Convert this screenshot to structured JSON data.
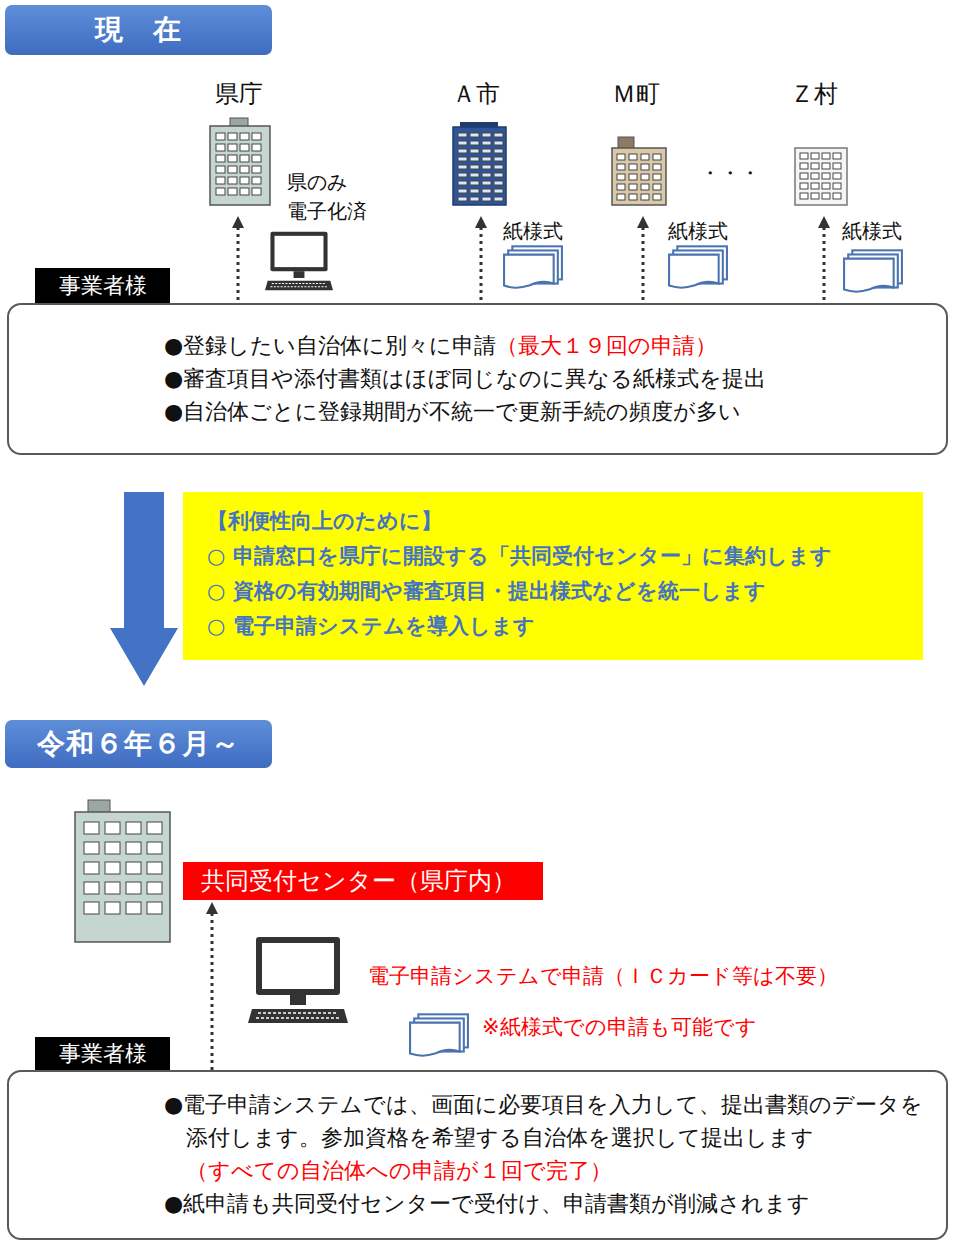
{
  "diagram": {
    "nodes": [
      {
        "text": [
          "現　在"
        ]
      },
      {
        "text": [
          "事業者様"
        ]
      },
      {
        "text": [
          "●登録したい自治体に別々に申請",
          "（最大１９回の申請）",
          "●審査項目や添付書類はほぼ同じなのに異なる紙様式を提出",
          "●自治体ごとに登録期間が不統一で更新手続の頻度が多い"
        ]
      },
      {
        "text": [
          "【利便性向上のために】",
          "○ 申請窓口を県庁に開設する「共同受付センター」に集約します",
          "○ 資格の有効期間や審査項目・提出様式などを統一します",
          "○ 電子申請システムを導入します"
        ]
      },
      {
        "text": [
          "令和６年６月～"
        ]
      },
      {
        "text": [
          "共同受付センター（県庁内）"
        ]
      },
      {
        "text": [
          "事業者様"
        ]
      },
      {
        "text": [
          "●電子申請システムでは、画面に必要項目を入力して、提出書類のデータを添付します。参加資格を希望する自治体を選択して提出します",
          "（すべての自治体への申請が１回で完了）",
          "●紙申請も共同受付センターで受付け、申請書類が削減されます"
        ]
      }
    ],
    "edges": [
      {
        "from": 7,
        "to": 5,
        "arrow": "to"
      }
    ],
    "labels": [
      "県庁",
      "Ａ市",
      "Ｍ町",
      "・・・",
      "Ｚ村",
      "県のみ 電子化済",
      "紙様式",
      "紙様式",
      "紙様式",
      "電子申請システムで申請（ＩＣカード等は不要）",
      "※紙様式での申請も可能です"
    ]
  }
}
